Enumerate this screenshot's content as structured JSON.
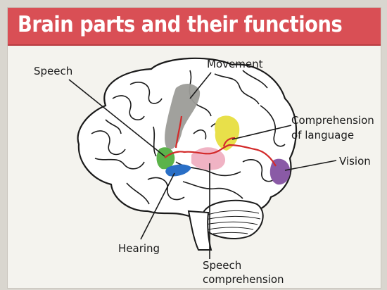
{
  "title": "Brain parts and their functions",
  "labels": {
    "speech": "Speech",
    "movement": "Movement",
    "comprehension_line1": "Comprehension",
    "comprehension_line2": "of language",
    "vision": "Vision",
    "hearing": "Hearing",
    "speech_comprehension_line1": "Speech",
    "speech_comprehension_line2": "comprehension"
  },
  "colors": {
    "title_bar": "#d94f55",
    "speech_area": "#5bb34a",
    "movement_area": "#9c9c98",
    "comprehension_area": "#e8e04a",
    "vision_area": "#8a5aa6",
    "hearing_area": "#2a6fc6",
    "speech_comprehension_area": "#f0b3c4",
    "pathway": "#d32a2a"
  }
}
